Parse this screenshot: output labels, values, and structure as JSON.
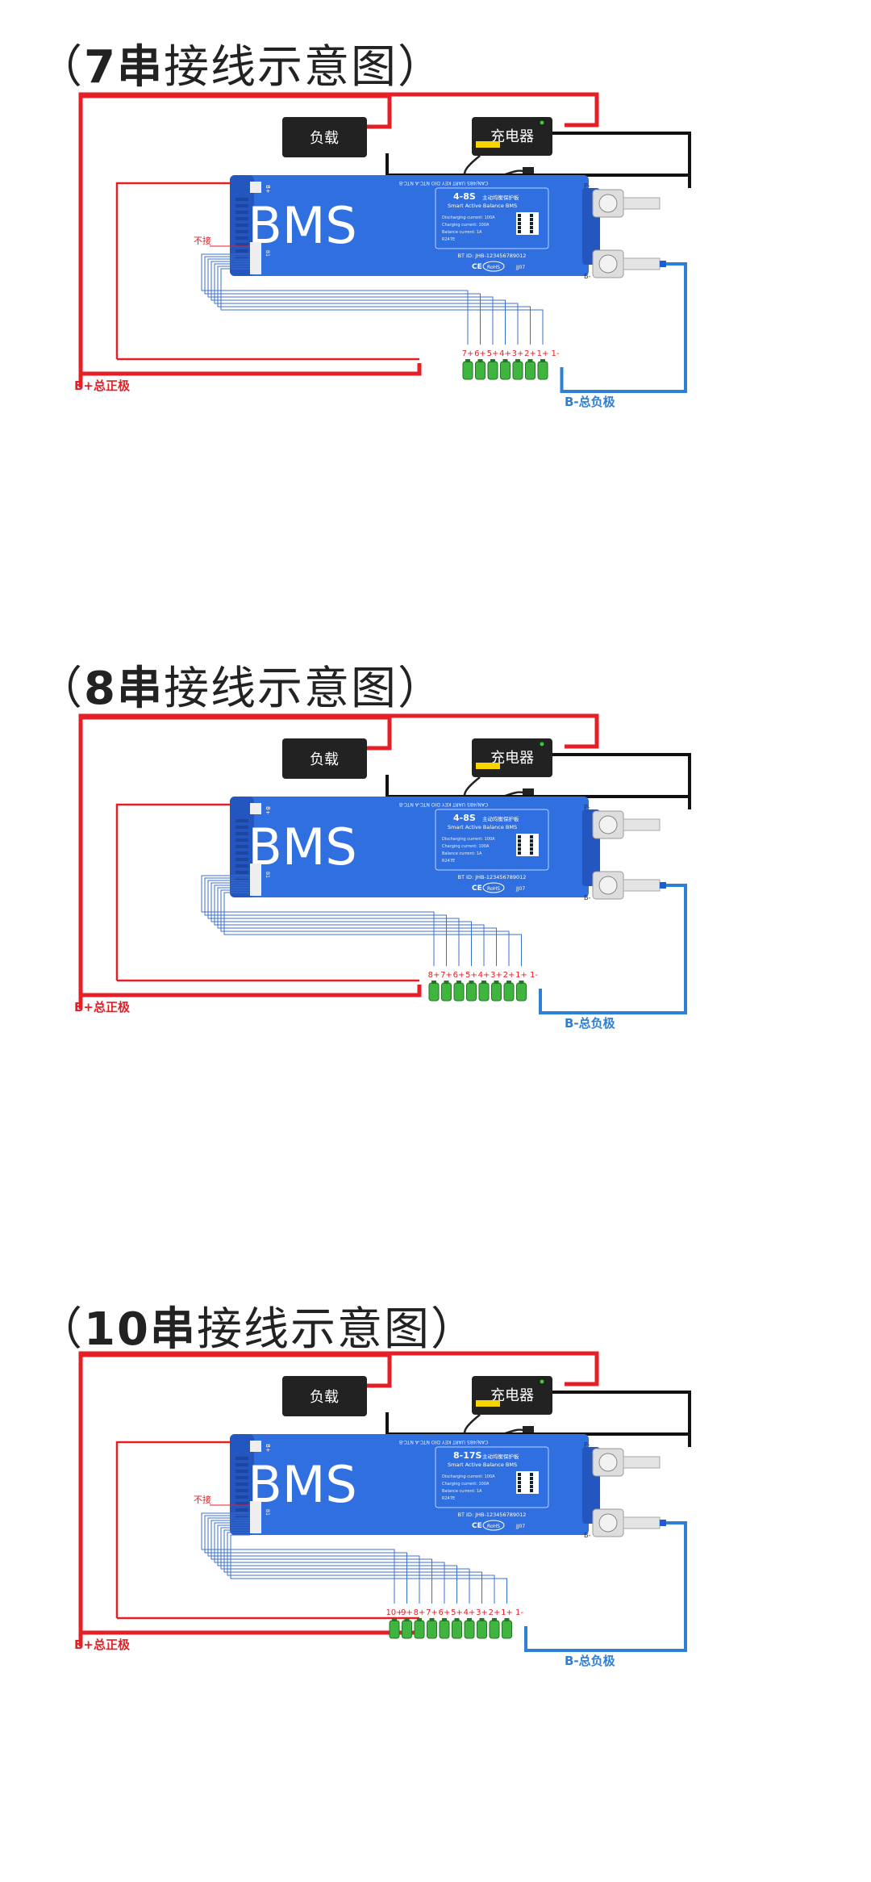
{
  "sections": [
    {
      "title_open": "（",
      "title_bold": "7串",
      "title_rest": "接线示意图）",
      "load_label": "负载",
      "charger_label": "充电器",
      "not_connected": "不接",
      "bms_big": "BMS",
      "bms_model": "4-8S",
      "bms_model_cn": "主动均衡保护板",
      "bms_sub": "Smart Active Balance BMS",
      "spec1": "Discharging current: 100A",
      "spec2": "Charging current: 100A",
      "spec3": "Balance current: 1A",
      "spec4": "R247E",
      "bt_id": "BT ID: JHB-123456789012",
      "code": "JJ07",
      "ports": "CAN/485   UART   KEY   DIO   NTC-A   NTC-B",
      "b_plus_total": "B+总正极",
      "b_minus_total": "B-总负极",
      "cells": [
        "7+",
        "6+",
        "5+",
        "4+",
        "3+",
        "2+",
        "1+",
        "1-"
      ]
    },
    {
      "title_open": "（",
      "title_bold": "8串",
      "title_rest": "接线示意图）",
      "load_label": "负载",
      "charger_label": "充电器",
      "not_connected": "",
      "bms_big": "BMS",
      "bms_model": "4-8S",
      "bms_model_cn": "主动均衡保护板",
      "bms_sub": "Smart Active Balance BMS",
      "spec1": "Discharging current: 100A",
      "spec2": "Charging current: 100A",
      "spec3": "Balance current: 1A",
      "spec4": "R247E",
      "bt_id": "BT ID: JHB-123456789012",
      "code": "JJ07",
      "ports": "CAN/485   UART   KEY   DIO   NTC-A   NTC-B",
      "b_plus_total": "B+总正极",
      "b_minus_total": "B-总负极",
      "cells": [
        "8+",
        "7+",
        "6+",
        "5+",
        "4+",
        "3+",
        "2+",
        "1+",
        "1-"
      ]
    },
    {
      "title_open": "（",
      "title_bold": "10串",
      "title_rest": "接线示意图）",
      "load_label": "负载",
      "charger_label": "充电器",
      "not_connected": "不接",
      "bms_big": "BMS",
      "bms_model": "8-17S",
      "bms_model_cn": "主动均衡保护板",
      "bms_sub": "Smart Active Balance BMS",
      "spec1": "Discharging current: 100A",
      "spec2": "Charging current: 100A",
      "spec3": "Balance current: 1A",
      "spec4": "R247E",
      "bt_id": "BT ID: JHB-123456789012",
      "code": "JJ07",
      "ports": "CAN/485   UART   KEY   DIO   NTC-A   NTC-B",
      "b_plus_total": "B+总正极",
      "b_minus_total": "B-总负极",
      "cells": [
        "10+",
        "9+",
        "8+",
        "7+",
        "6+",
        "5+",
        "4+",
        "3+",
        "2+",
        "1+",
        "1-"
      ]
    }
  ],
  "colors": {
    "red": "#e61e25",
    "blue": "#2e7fd6",
    "bms": "#2f6fe0",
    "black": "#111111"
  }
}
